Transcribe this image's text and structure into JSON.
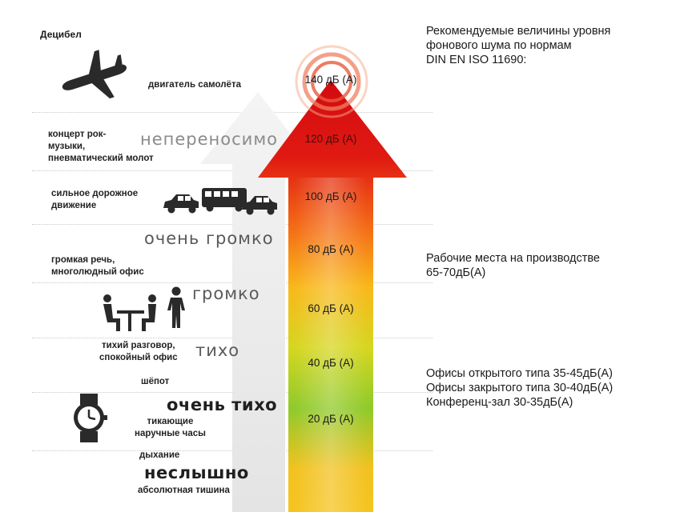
{
  "unit_title": "Децибел",
  "sources": [
    "двигатель самолёта",
    "концерт рок-\nмузыки,\nпневматический молот",
    "сильное дорожное\nдвижение",
    "громкая речь,\nмноголюдный офис",
    "тихий разговор,\nспокойный офис",
    "шёпот",
    "тикающие\nнаручные часы",
    "дыхание",
    "абсолютная тишина"
  ],
  "zones": [
    "непереносимо",
    "очень громко",
    "громко",
    "тихо",
    "очень тихо",
    "неслышно"
  ],
  "levels": [
    "140 дБ (А)",
    "120 дБ (А)",
    "100 дБ (А)",
    "80 дБ (А)",
    "60 дБ (А)",
    "40 дБ (А)",
    "20 дБ (А)"
  ],
  "recommendations": {
    "title": "Рекомендуемые величины уровня\nфонового шума по нормам\nDIN EN ISO 11690:",
    "production": [
      "Рабочие места на производстве",
      "65-70дБ(А)"
    ],
    "offices": [
      "Офисы открытого типа 35-45дБ(А)",
      "Офисы закрытого типа 30-40дБ(А)",
      "Конференц-зал 30-35дБ(А)"
    ]
  },
  "icons": [
    "airplane-icon",
    "cars-bus-icon",
    "people-at-table-icon",
    "standing-person-icon",
    "wristwatch-icon",
    "sound-rings-icon"
  ],
  "colors": {
    "gradient_top": "#d60c10",
    "gradient_mid": "#f7b418",
    "gradient_bottom": "#7cc42a",
    "ghost_arrow": "#ececec"
  }
}
